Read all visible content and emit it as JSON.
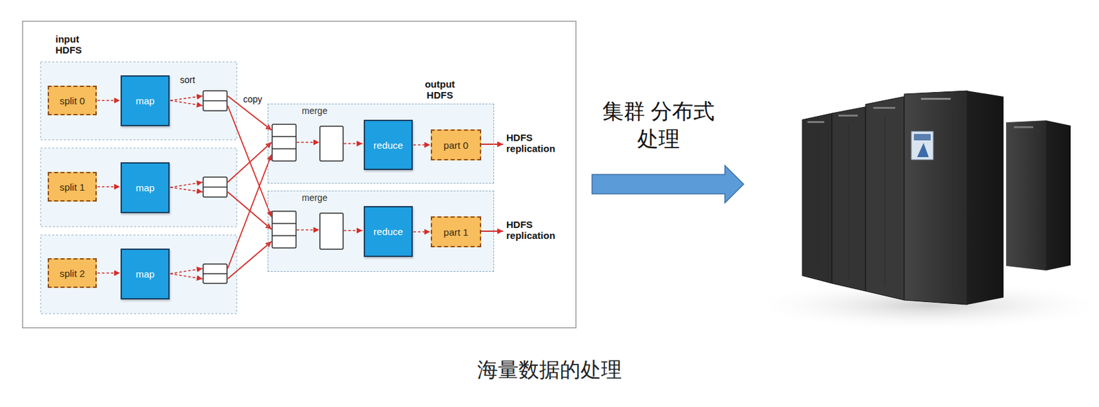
{
  "diagram": {
    "caption": "海量数据的处理",
    "nodes": [
      {
        "text": [
          "split 0"
        ]
      },
      {
        "text": [
          "map"
        ]
      },
      {
        "text": [
          "split 1"
        ]
      },
      {
        "text": [
          "map"
        ]
      },
      {
        "text": [
          "split 2"
        ]
      },
      {
        "text": [
          "map"
        ]
      },
      {
        "text": [
          "merge"
        ]
      },
      {
        "text": [
          "reduce"
        ],
        "in": 6
      },
      {
        "text": [
          "part 0"
        ],
        "in": 6
      },
      {
        "text": [
          "merge"
        ]
      },
      {
        "text": [
          "reduce"
        ],
        "in": 9
      },
      {
        "text": [
          "part 1"
        ],
        "in": 9
      }
    ],
    "edges": [
      {
        "from": 0,
        "to": 1,
        "arrow": "to"
      },
      {
        "from": 2,
        "to": 3,
        "arrow": "to"
      },
      {
        "from": 4,
        "to": 5,
        "arrow": "to"
      },
      {
        "from": 7,
        "to": 8,
        "arrow": "to"
      },
      {
        "from": 10,
        "to": 11,
        "arrow": "to"
      }
    ],
    "labels": [
      "input HDFS",
      "sort",
      "copy",
      "output HDFS",
      "HDFS replication",
      "HDFS replication",
      "集群 分布式处理"
    ]
  }
}
